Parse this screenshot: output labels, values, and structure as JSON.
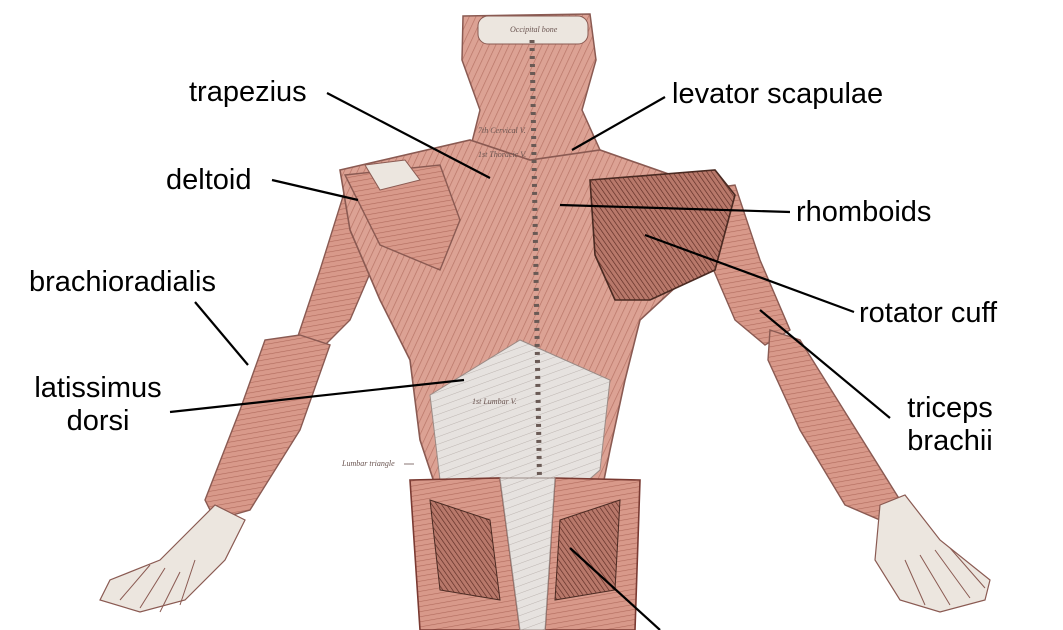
{
  "labels": {
    "trapezius": "trapezius",
    "levator_scapulae": "levator scapulae",
    "deltoid": "deltoid",
    "rhomboids": "rhomboids",
    "brachioradialis": "brachioradialis",
    "rotator_cuff": "rotator cuff",
    "latissimus_line1": "latissimus",
    "latissimus_line2": "dorsi",
    "triceps_line1": "triceps",
    "triceps_line2": "brachii"
  },
  "plate_text": {
    "occipital_bone": "Occipital bone",
    "cervical": "7th Cervical V.",
    "thoracic": "1st Thoracic V.",
    "lumbar": "1st Lumbar V.",
    "lumbar_triangle": "Lumbar triangle"
  },
  "colors": {
    "muscle": "#d89a8c",
    "muscle_dark": "#b8685a",
    "bone": "#ece6df",
    "outline": "#8a5a52",
    "leader_line": "#000000"
  }
}
